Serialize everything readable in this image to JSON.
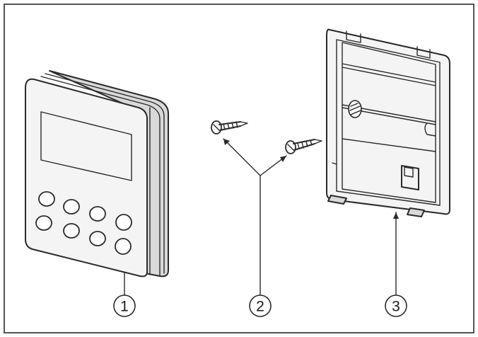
{
  "callouts": {
    "controller": "1",
    "screws": "2",
    "back_plate": "3"
  },
  "colors": {
    "line": "#2a2a2a",
    "frame": "#555555",
    "face": "#f4f4f4",
    "side": "#d9d9d9"
  }
}
